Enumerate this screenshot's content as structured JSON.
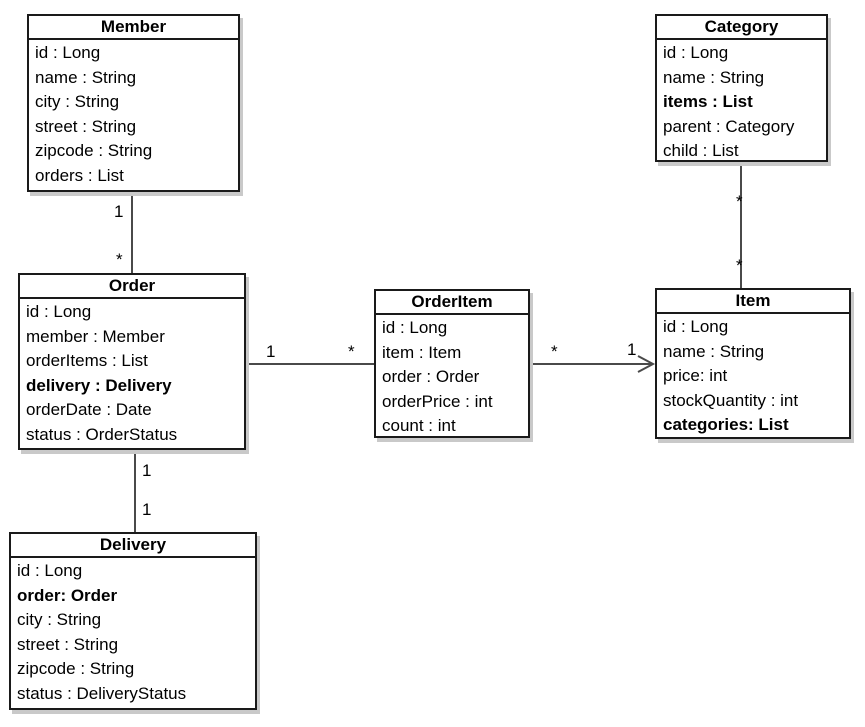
{
  "entities": {
    "member": {
      "title": "Member",
      "attributes": [
        {
          "text": "id : Long",
          "bold": false
        },
        {
          "text": "name : String",
          "bold": false
        },
        {
          "text": "city : String",
          "bold": false
        },
        {
          "text": "street : String",
          "bold": false
        },
        {
          "text": "zipcode : String",
          "bold": false
        },
        {
          "text": "orders : List",
          "bold": false
        }
      ]
    },
    "order": {
      "title": "Order",
      "attributes": [
        {
          "text": "id : Long",
          "bold": false
        },
        {
          "text": "member : Member",
          "bold": false
        },
        {
          "text": "orderItems : List",
          "bold": false
        },
        {
          "text": "delivery : Delivery",
          "bold": true
        },
        {
          "text": "orderDate : Date",
          "bold": false
        },
        {
          "text": "status : OrderStatus",
          "bold": false
        }
      ]
    },
    "delivery": {
      "title": "Delivery",
      "attributes": [
        {
          "text": "id : Long",
          "bold": false
        },
        {
          "text": "order: Order",
          "bold": true
        },
        {
          "text": "city : String",
          "bold": false
        },
        {
          "text": "street : String",
          "bold": false
        },
        {
          "text": "zipcode : String",
          "bold": false
        },
        {
          "text": "status : DeliveryStatus",
          "bold": false
        }
      ]
    },
    "orderitem": {
      "title": "OrderItem",
      "attributes": [
        {
          "text": "id : Long",
          "bold": false
        },
        {
          "text": "item : Item",
          "bold": false
        },
        {
          "text": "order : Order",
          "bold": false
        },
        {
          "text": "orderPrice : int",
          "bold": false
        },
        {
          "text": "count : int",
          "bold": false
        }
      ]
    },
    "category": {
      "title": "Category",
      "attributes": [
        {
          "text": "id : Long",
          "bold": false
        },
        {
          "text": "name : String",
          "bold": false
        },
        {
          "text": "items : List",
          "bold": true
        },
        {
          "text": "parent : Category",
          "bold": false
        },
        {
          "text": "child : List",
          "bold": false
        }
      ]
    },
    "item": {
      "title": "Item",
      "attributes": [
        {
          "text": "id : Long",
          "bold": false
        },
        {
          "text": "name : String",
          "bold": false
        },
        {
          "text": "price: int",
          "bold": false
        },
        {
          "text": "stockQuantity : int",
          "bold": false
        },
        {
          "text": "categories: List",
          "bold": true
        }
      ]
    }
  },
  "relationships": [
    {
      "from": "member",
      "to": "order",
      "from_multiplicity": "1",
      "to_multiplicity": "*",
      "navigable_to": false
    },
    {
      "from": "order",
      "to": "delivery",
      "from_multiplicity": "1",
      "to_multiplicity": "1",
      "navigable_to": false
    },
    {
      "from": "order",
      "to": "orderitem",
      "from_multiplicity": "1",
      "to_multiplicity": "*",
      "navigable_to": false
    },
    {
      "from": "orderitem",
      "to": "item",
      "from_multiplicity": "*",
      "to_multiplicity": "1",
      "navigable_to": true
    },
    {
      "from": "category",
      "to": "item",
      "from_multiplicity": "*",
      "to_multiplicity": "*",
      "navigable_to": false
    }
  ],
  "colors": {
    "line": "#4a4a4a",
    "border": "#1a1a1a",
    "shadow": "#c9c9c9",
    "background": "#ffffff"
  }
}
